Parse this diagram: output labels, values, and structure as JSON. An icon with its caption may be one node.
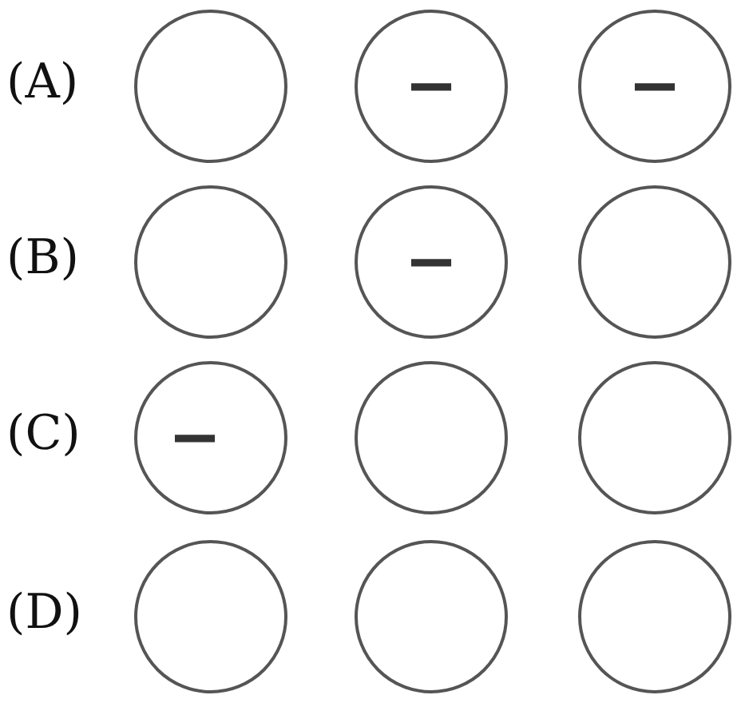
{
  "diagram": {
    "nodes": [
      {
        "text": [],
        "shape": "circle"
      },
      {
        "text": [
          "−"
        ]
      },
      {
        "text": [
          "−"
        ]
      },
      {
        "text": [],
        "shape": "circle"
      },
      {
        "text": [
          "−"
        ]
      },
      {
        "text": [],
        "shape": "circle"
      },
      {
        "text": [
          "−"
        ]
      },
      {
        "text": [],
        "shape": "circle"
      },
      {
        "text": [],
        "shape": "circle"
      },
      {
        "text": [],
        "shape": "circle"
      },
      {
        "text": [],
        "shape": "circle"
      },
      {
        "text": [],
        "shape": "circle"
      }
    ],
    "labels": [
      "(A)",
      "(B)",
      "(C)",
      "(D)"
    ]
  }
}
